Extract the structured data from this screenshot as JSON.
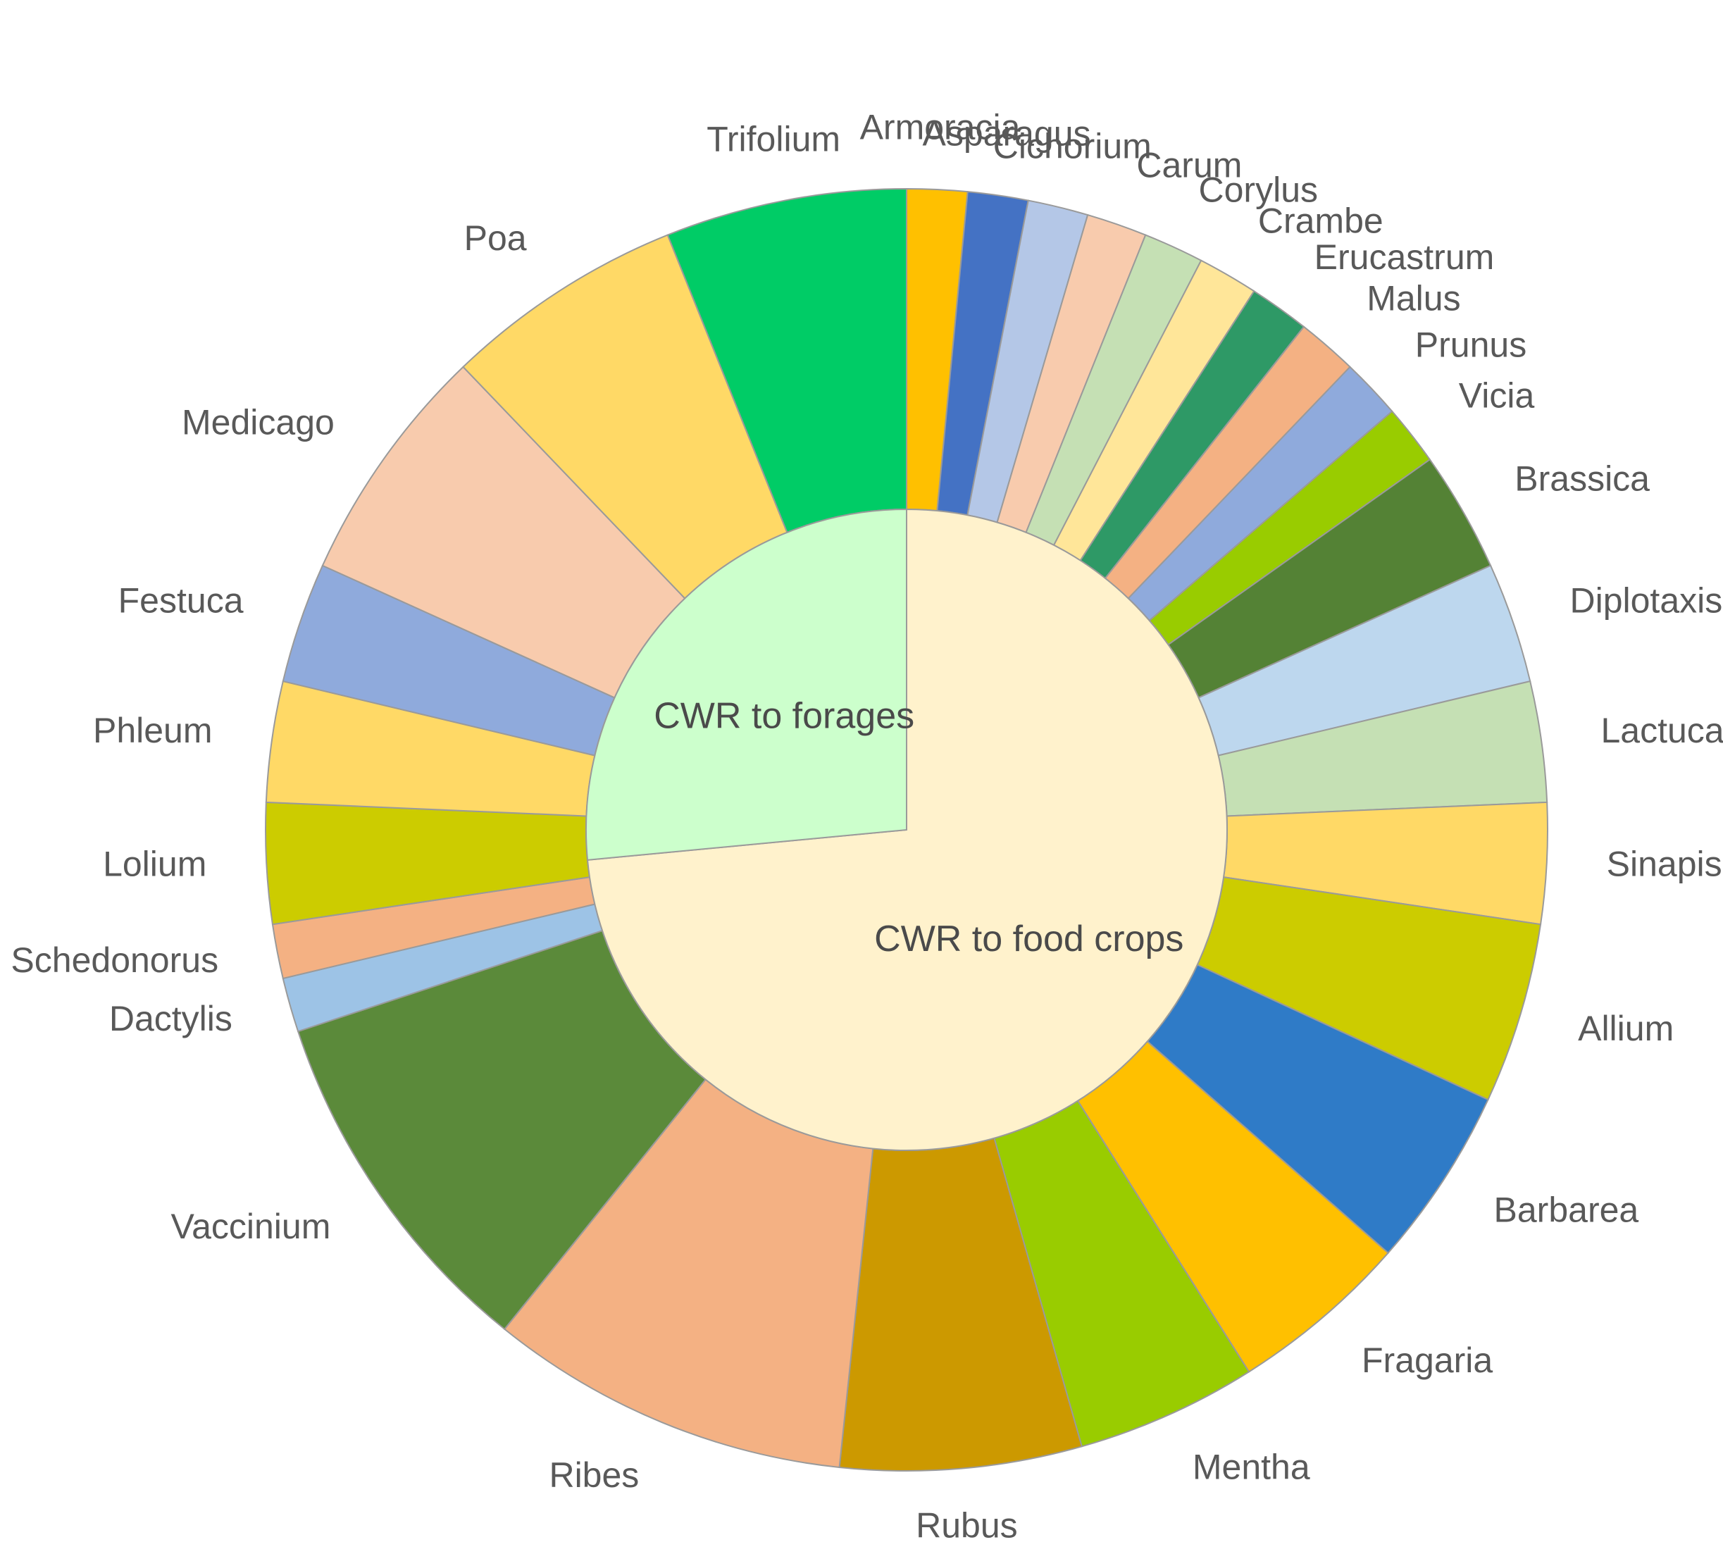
{
  "chart_data": {
    "type": "sunburst",
    "inner": [
      {
        "label": "CWR to food crops",
        "value": 73.5,
        "color": "#FFF2CC"
      },
      {
        "label": "CWR to forages",
        "value": 26.5,
        "color": "#CCFFCC"
      }
    ],
    "outer": [
      {
        "label": "Armoracia",
        "value": 1.0,
        "color": "#FFC000"
      },
      {
        "label": "Asparagus",
        "value": 1.0,
        "color": "#4472C4"
      },
      {
        "label": "Cichorium",
        "value": 1.0,
        "color": "#B4C7E7"
      },
      {
        "label": "Carum",
        "value": 1.0,
        "color": "#F8CBAD"
      },
      {
        "label": "Corylus",
        "value": 1.0,
        "color": "#C5E0B4"
      },
      {
        "label": "Crambe",
        "value": 1.0,
        "color": "#FFE699"
      },
      {
        "label": "Erucastrum",
        "value": 1.0,
        "color": "#2E9966"
      },
      {
        "label": "Malus",
        "value": 1.0,
        "color": "#F4B183"
      },
      {
        "label": "Prunus",
        "value": 1.0,
        "color": "#8FAADC"
      },
      {
        "label": "Vicia",
        "value": 1.0,
        "color": "#99CC00"
      },
      {
        "label": "Brassica",
        "value": 2.0,
        "color": "#548235"
      },
      {
        "label": "Diplotaxis",
        "value": 2.0,
        "color": "#BDD7EE"
      },
      {
        "label": "Lactuca",
        "value": 2.0,
        "color": "#C5E0B4"
      },
      {
        "label": "Sinapis",
        "value": 2.0,
        "color": "#FFD966"
      },
      {
        "label": "Allium",
        "value": 3.0,
        "color": "#CCCC00"
      },
      {
        "label": "Barbarea",
        "value": 3.0,
        "color": "#2F7BC7"
      },
      {
        "label": "Fragaria",
        "value": 3.0,
        "color": "#FFC000"
      },
      {
        "label": "Mentha",
        "value": 3.0,
        "color": "#99CC00"
      },
      {
        "label": "Rubus",
        "value": 4.0,
        "color": "#CC9900"
      },
      {
        "label": "Ribes",
        "value": 6.0,
        "color": "#F4B183"
      },
      {
        "label": "Vaccinium",
        "value": 6.0,
        "color": "#5B8A3A"
      },
      {
        "label": "Dactylis",
        "value": 0.9,
        "color": "#9DC3E6"
      },
      {
        "label": "Schedonorus",
        "value": 0.9,
        "color": "#F4B183"
      },
      {
        "label": "Lolium",
        "value": 2.0,
        "color": "#CCCC00"
      },
      {
        "label": "Phleum",
        "value": 2.0,
        "color": "#FFD966"
      },
      {
        "label": "Festuca",
        "value": 2.0,
        "color": "#8FAADC"
      },
      {
        "label": "Medicago",
        "value": 4.0,
        "color": "#F8CBAD"
      },
      {
        "label": "Poa",
        "value": 4.0,
        "color": "#FFD966"
      },
      {
        "label": "Trifolium",
        "value": 4.0,
        "color": "#00CC66"
      }
    ]
  }
}
